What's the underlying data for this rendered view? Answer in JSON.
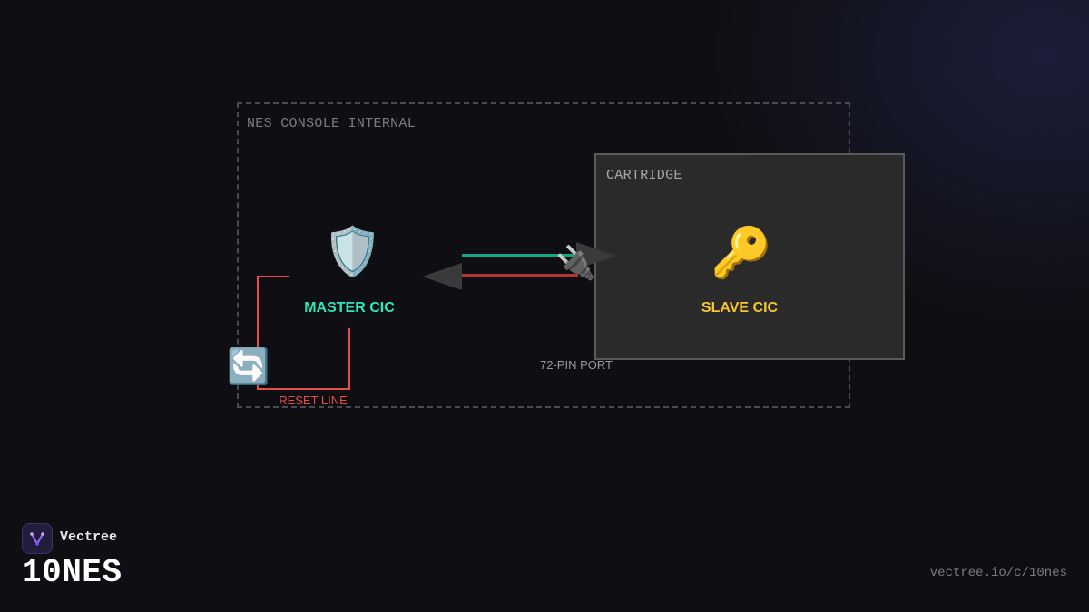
{
  "diagram": {
    "console_label": "NES CONSOLE INTERNAL",
    "cartridge_label": "CARTRIDGE",
    "master_label": "MASTER CIC",
    "slave_label": "SLAVE CIC",
    "port_label": "72-PIN PORT",
    "reset_label": "RESET LINE",
    "icons": {
      "master": "shield-icon",
      "slave": "key-icon",
      "port": "plug-icon",
      "reset": "cycle-icon"
    },
    "colors": {
      "master": "#2ee6b8",
      "slave": "#f7c531",
      "reset": "#e74c4c",
      "data_line_green": "#13a882",
      "data_line_red": "#b83232"
    }
  },
  "brand": {
    "name": "Vectree",
    "title": "10NES",
    "url": "vectree.io/c/10nes"
  }
}
